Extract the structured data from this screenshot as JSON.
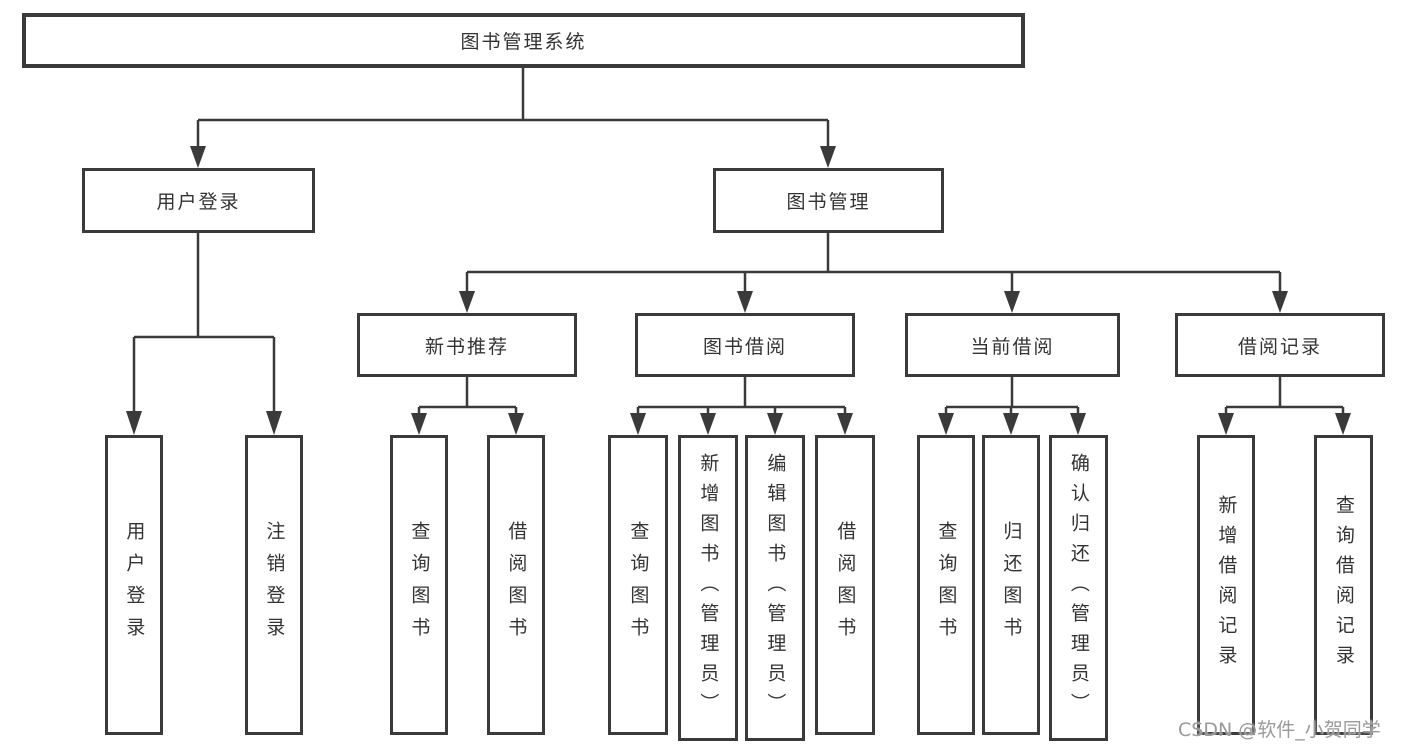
{
  "tree": {
    "root": {
      "label": "图书管理系统"
    },
    "level2": [
      {
        "label": "用户登录"
      },
      {
        "label": "图书管理"
      }
    ],
    "level3": [
      {
        "label": "新书推荐",
        "parent": "图书管理"
      },
      {
        "label": "图书借阅",
        "parent": "图书管理"
      },
      {
        "label": "当前借阅",
        "parent": "图书管理"
      },
      {
        "label": "借阅记录",
        "parent": "图书管理"
      }
    ],
    "leaves": [
      {
        "label": "用户登录",
        "parent": "用户登录"
      },
      {
        "label": "注销登录",
        "parent": "用户登录"
      },
      {
        "label": "查询图书",
        "parent": "新书推荐"
      },
      {
        "label": "借阅图书",
        "parent": "新书推荐"
      },
      {
        "label": "查询图书",
        "parent": "图书借阅"
      },
      {
        "label": "新增图书（管理员）",
        "parent": "图书借阅"
      },
      {
        "label": "编辑图书（管理员）",
        "parent": "图书借阅"
      },
      {
        "label": "借阅图书",
        "parent": "图书借阅"
      },
      {
        "label": "查询图书",
        "parent": "当前借阅"
      },
      {
        "label": "归还图书",
        "parent": "当前借阅"
      },
      {
        "label": "确认归还（管理员）",
        "parent": "当前借阅"
      },
      {
        "label": "新增借阅记录",
        "parent": "借阅记录"
      },
      {
        "label": "查询借阅记录",
        "parent": "借阅记录"
      }
    ]
  },
  "watermark": "CSDN @软件_小贺同学",
  "colors": {
    "line": "#3a3a3a",
    "text": "#333333",
    "box_background": "#ffffff",
    "watermark": "#9a9a9a"
  }
}
